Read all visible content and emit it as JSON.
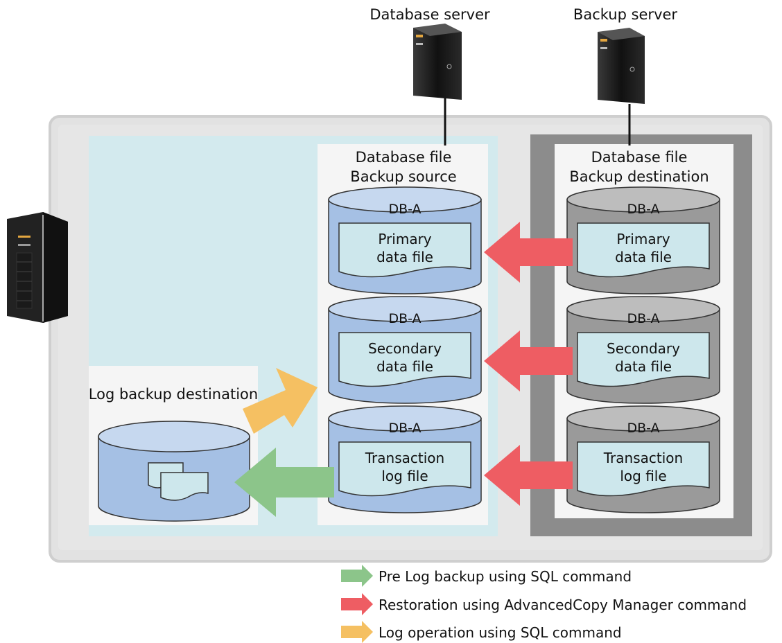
{
  "servers": {
    "database_server_label": "Database server",
    "backup_server_label": "Backup server"
  },
  "source_panel": {
    "title_line1": "Database file",
    "title_line2": "Backup source"
  },
  "destination_panel": {
    "title_line1": "Database file",
    "title_line2": "Backup destination"
  },
  "log_backup": {
    "label": "Log backup destination"
  },
  "source_cylinders": [
    {
      "db": "DB-A",
      "line1": "Primary",
      "line2": "data file"
    },
    {
      "db": "DB-A",
      "line1": "Secondary",
      "line2": "data file"
    },
    {
      "db": "DB-A",
      "line1": "Transaction",
      "line2": "log file"
    }
  ],
  "destination_cylinders": [
    {
      "db": "DB-A",
      "line1": "Primary",
      "line2": "data file"
    },
    {
      "db": "DB-A",
      "line1": "Secondary",
      "line2": "data file"
    },
    {
      "db": "DB-A",
      "line1": "Transaction",
      "line2": "log file"
    }
  ],
  "legend": {
    "green": "Pre Log backup using SQL command",
    "red": "Restoration using AdvancedCopy Manager command",
    "yellow": "Log operation using SQL command"
  },
  "colors": {
    "green_arrow": "#8cc58a",
    "red_arrow": "#ee5d63",
    "yellow_arrow": "#f5c062",
    "blue_cylinder": "#a5c0e4",
    "gray_cylinder": "#9a9a9a",
    "light_blue_area": "#d3eaee"
  }
}
